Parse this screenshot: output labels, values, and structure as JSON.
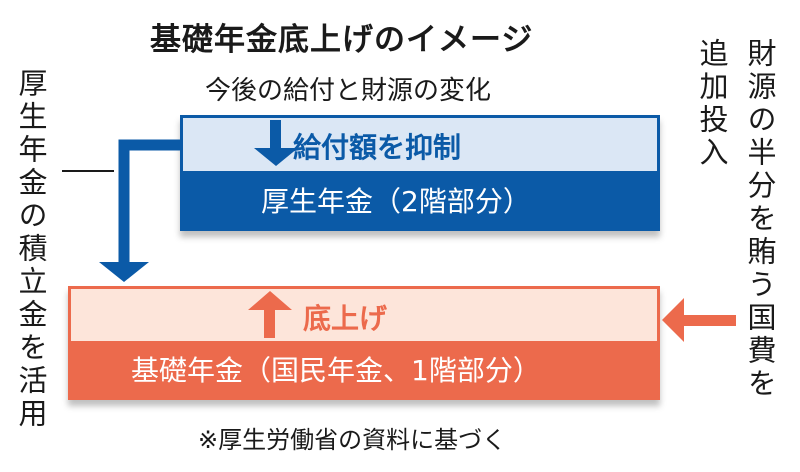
{
  "title": "基礎年金底上げのイメージ",
  "subtitle": "今後の給付と財源の変化",
  "left_note": "厚生年金の積立金を活用",
  "right_note_line1": "財源の半分を賄う国費を",
  "right_note_line2": "追加投入",
  "employee_pension": {
    "top_label": "給付額を抑制",
    "bottom_label": "厚生年金（2階部分）"
  },
  "basic_pension": {
    "top_label": "底上げ",
    "bottom_label": "基礎年金（国民年金、1階部分）"
  },
  "footnote": "※厚生労働省の資料に基づく",
  "colors": {
    "blue": "#0b5aa7",
    "light_blue": "#dbe7f5",
    "orange": "#ec6a4c",
    "light_orange": "#fde5da"
  }
}
